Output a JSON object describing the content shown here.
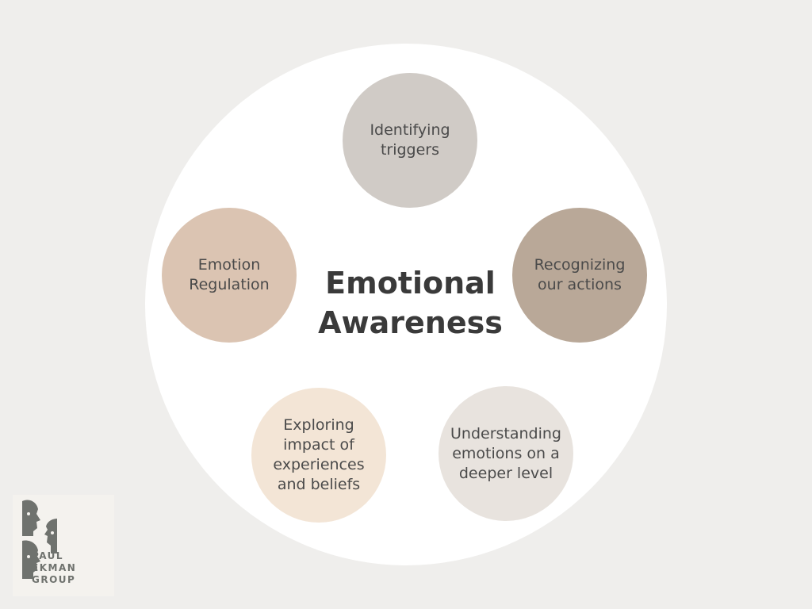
{
  "diagram": {
    "center_title": "Emotional\nAwareness",
    "nodes": [
      {
        "label": "Identifying\ntriggers",
        "color": "#d0cbc6"
      },
      {
        "label": "Recognizing\nour actions",
        "color": "#b9a898"
      },
      {
        "label": "Understanding\nemotions on a\ndeeper level",
        "color": "#e8e3de"
      },
      {
        "label": "Exploring\nimpact of\nexperiences\nand beliefs",
        "color": "#f3e5d6"
      },
      {
        "label": "Emotion\nRegulation",
        "color": "#dbc4b2"
      }
    ]
  },
  "logo": {
    "line1": "PAUL",
    "line2": "EKMAN",
    "line3": "GROUP",
    "color": "#6f726e"
  }
}
